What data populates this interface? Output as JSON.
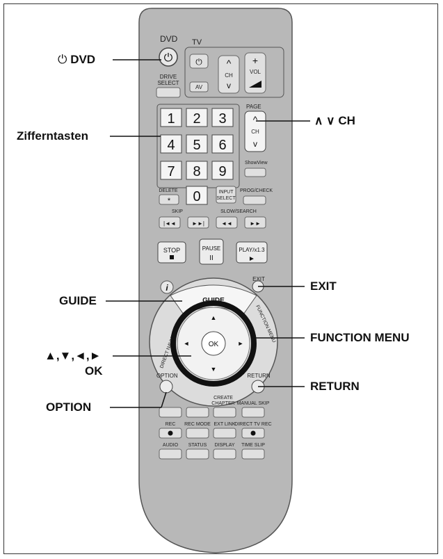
{
  "remote": {
    "dvd_label": "DVD",
    "tv_label": "TV",
    "drive_select": [
      "DRIVE",
      "SELECT"
    ],
    "av_label": "AV",
    "ch_label": "CH",
    "vol_label": "VOL",
    "page_label": "PAGE",
    "numbers": [
      "1",
      "2",
      "3",
      "4",
      "5",
      "6",
      "7",
      "8",
      "9",
      "0"
    ],
    "delete_label": "DELETE",
    "input_select": [
      "INPUT",
      "SELECT"
    ],
    "prog_check": "PROG/CHECK",
    "showview": "ShowView",
    "skip_label": "SKIP",
    "slow_search": "SLOW/SEARCH",
    "stop_label": "STOP",
    "pause_label": "PAUSE",
    "play_label": "PLAY/x1.3",
    "exit_label": "EXIT",
    "info_label": "i",
    "guide_label": "GUIDE",
    "direct_navigator": "DIRECT NAVIGATOR",
    "function_menu": "FUNCTION MENU",
    "ok_label": "OK",
    "option_label": "OPTION",
    "return_label": "RETURN",
    "create_chapter": [
      "CREATE",
      "CHAPTER"
    ],
    "manual_skip": "MANUAL SKIP",
    "rec_label": "REC",
    "rec_mode": "REC MODE",
    "ext_link": "EXT LINK",
    "direct_tv_rec": "DIRECT TV REC",
    "audio_label": "AUDIO",
    "status_label": "STATUS",
    "display_label": "DISPLAY",
    "time_slip": "TIME SLIP"
  },
  "callouts": {
    "power_dvd": "DVD",
    "power_symbol": "⏻",
    "zifferntasten": "Zifferntasten",
    "ch": "∧ ∨ CH",
    "exit": "EXIT",
    "guide": "GUIDE",
    "function_menu": "FUNCTION MENU",
    "arrows": "▲,▼,◄,►",
    "ok": "OK",
    "return": "RETURN",
    "option": "OPTION"
  }
}
